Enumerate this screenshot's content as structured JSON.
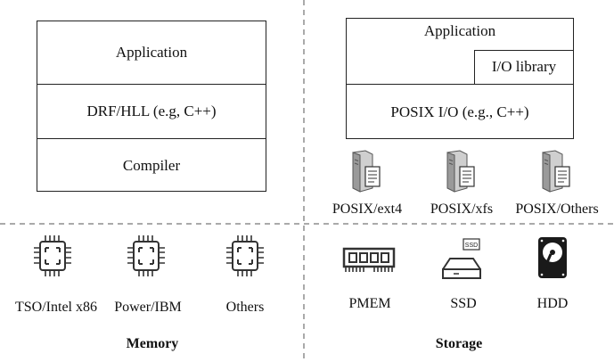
{
  "left_stack": {
    "layers": [
      "Application",
      "DRF/HLL (e.g, C++)",
      "Compiler"
    ]
  },
  "right_stack": {
    "application": "Application",
    "io_library": "I/O library",
    "posix_io": "POSIX I/O (e.g., C++)"
  },
  "filesystems": [
    {
      "label": "POSIX/ext4",
      "icon": "server-icon"
    },
    {
      "label": "POSIX/xfs",
      "icon": "server-icon"
    },
    {
      "label": "POSIX/Others",
      "icon": "server-icon"
    }
  ],
  "memory": {
    "title": "Memory",
    "items": [
      {
        "label": "TSO/Intel x86",
        "icon": "cpu-chip-icon"
      },
      {
        "label": "Power/IBM",
        "icon": "cpu-chip-icon"
      },
      {
        "label": "Others",
        "icon": "cpu-chip-icon"
      }
    ]
  },
  "storage": {
    "title": "Storage",
    "items": [
      {
        "label": "PMEM",
        "icon": "memory-module-icon"
      },
      {
        "label": "SSD",
        "icon": "ssd-drive-icon",
        "icon_text": "SSD"
      },
      {
        "label": "HDD",
        "icon": "hard-disk-icon"
      }
    ]
  },
  "colors": {
    "divider": "#aaaaaa",
    "stroke": "#222222"
  }
}
